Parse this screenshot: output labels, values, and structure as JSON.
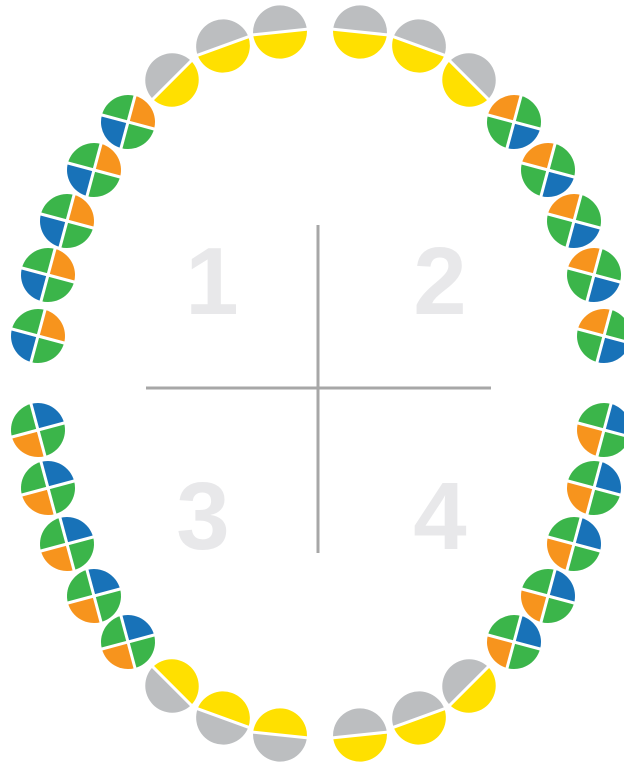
{
  "quadrants": {
    "q1": "1",
    "q2": "2",
    "q3": "3",
    "q4": "4"
  },
  "colors": {
    "green": "#3bb54a",
    "orange": "#f7941d",
    "blue": "#1872b8",
    "yellow": "#ffe000",
    "gray": "#bcbec0",
    "axis": "#a7a7a7",
    "quadrant_number": "#e8e8ea"
  },
  "teeth": {
    "upper_right_of_page": {
      "anterior": [
        "incisor",
        "incisor",
        "canine"
      ],
      "posterior": [
        "premolar",
        "premolar",
        "molar",
        "molar",
        "molar"
      ]
    },
    "upper_left_of_page": {
      "anterior": [
        "incisor",
        "incisor",
        "canine"
      ],
      "posterior": [
        "premolar",
        "premolar",
        "molar",
        "molar",
        "molar"
      ]
    },
    "lower_left_of_page": {
      "anterior": [
        "incisor",
        "incisor",
        "canine"
      ],
      "posterior": [
        "premolar",
        "premolar",
        "molar",
        "molar",
        "molar"
      ]
    },
    "lower_right_of_page": {
      "anterior": [
        "incisor",
        "incisor",
        "canine"
      ],
      "posterior": [
        "premolar",
        "premolar",
        "molar",
        "molar",
        "molar"
      ]
    }
  }
}
